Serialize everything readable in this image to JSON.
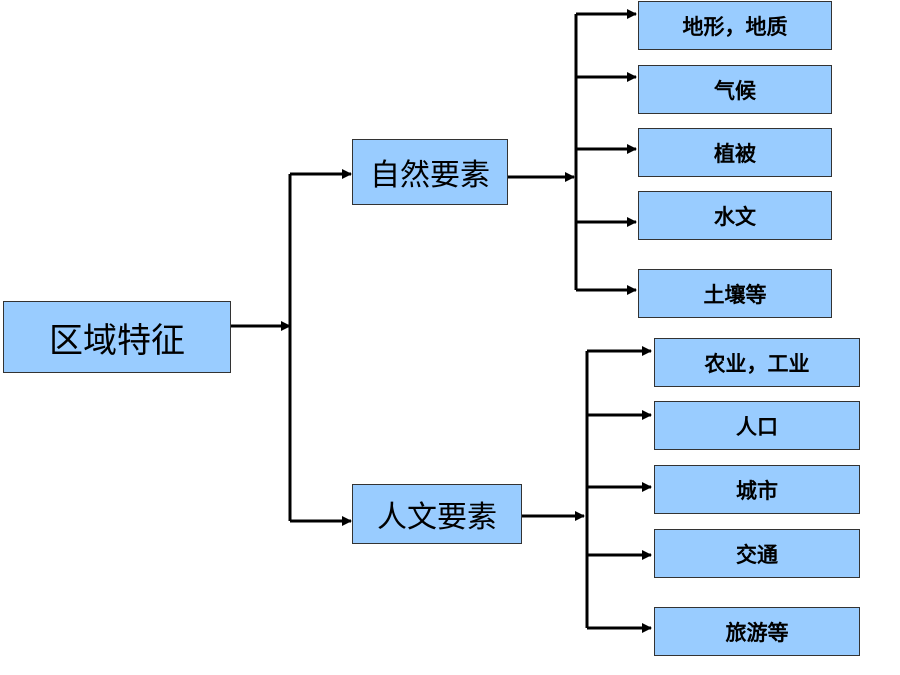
{
  "root": {
    "label": "区域特征"
  },
  "natural": {
    "label": "自然要素",
    "items": [
      "地形，地质",
      "气候",
      "植被",
      "水文",
      "土壤等"
    ]
  },
  "human": {
    "label": "人文要素",
    "items": [
      "农业，工业",
      "人口",
      "城市",
      "交通",
      "旅游等"
    ]
  },
  "colors": {
    "box_fill": "#99ccff",
    "box_border": "#333333",
    "line": "#000000"
  }
}
